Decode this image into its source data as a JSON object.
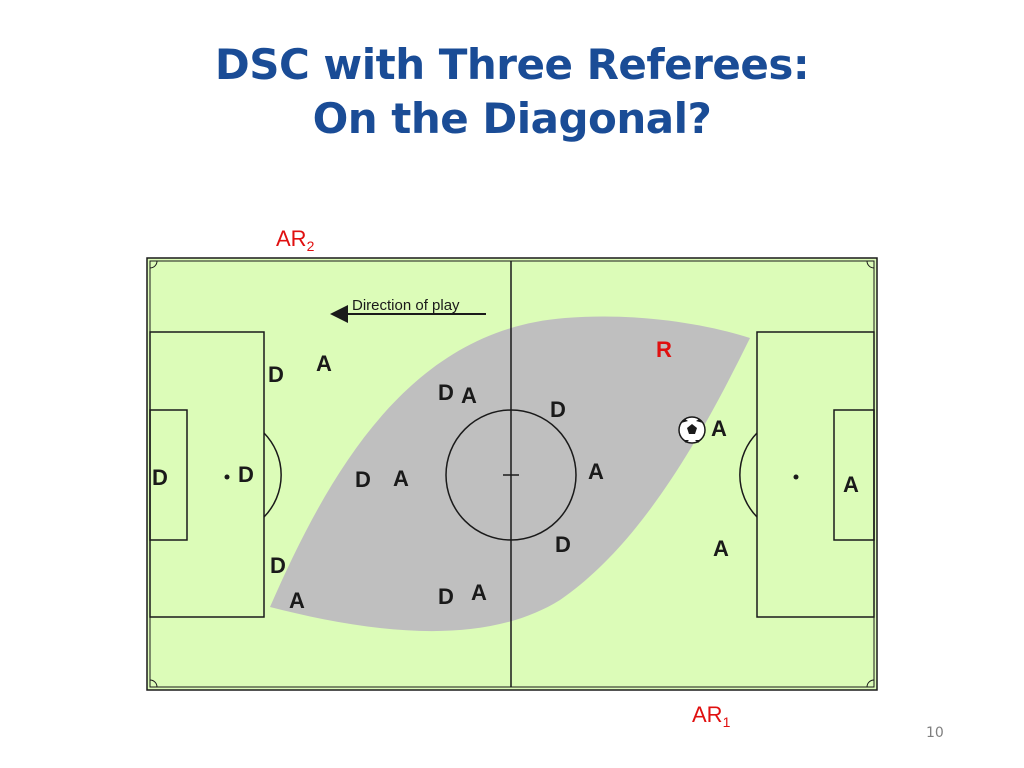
{
  "slide": {
    "title_line1": "DSC with Three Referees:",
    "title_line2": "On the Diagonal?",
    "page_number": "10"
  },
  "diagram": {
    "direction_label": "Direction of play",
    "referee_label": "R",
    "ar2_label": "AR",
    "ar2_sub": "2",
    "ar1_label": "AR",
    "ar1_sub": "1",
    "defender_label": "D",
    "attacker_label": "A"
  },
  "colors": {
    "title": "#1a4c96",
    "field": "#dcfcb8",
    "diagonal_zone": "#bfbfbf",
    "referee": "#e01010",
    "lines": "#1a1a1a"
  }
}
